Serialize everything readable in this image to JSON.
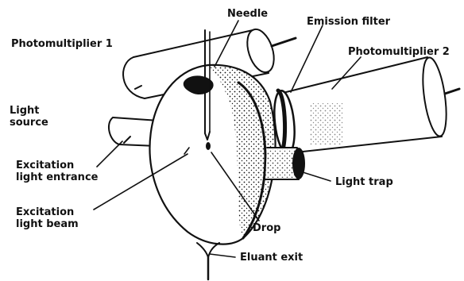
{
  "labels": {
    "needle": "Needle",
    "emission_filter": "Emission filter",
    "photomultiplier_1": "Photomultiplier 1",
    "photomultiplier_2": "Photomultiplier 2",
    "light_source": "Light\nsource",
    "excitation_light_entrance": "Excitation\nlight entrance",
    "light_trap": "Light trap",
    "excitation_light_beam": "Excitation\nlight beam",
    "drop": "Drop",
    "eluant_exit": "Eluant exit"
  },
  "colors": {
    "ink": "#111111",
    "paper": "#ffffff"
  }
}
